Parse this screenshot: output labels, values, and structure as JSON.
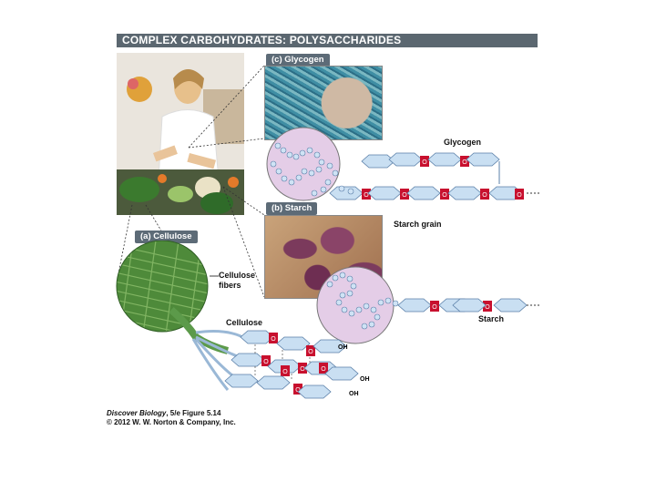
{
  "header": {
    "title": "COMPLEX CARBOHYDRATES: POLYSACCHARIDES"
  },
  "panels": {
    "glycogen": {
      "tag": "(c) Glycogen",
      "label": "Glycogen"
    },
    "starch": {
      "tag": "(b) Starch",
      "grain_label": "Starch grain",
      "label": "Starch"
    },
    "cellulose": {
      "tag": "(a) Cellulose",
      "fibers_label_line1": "Cellulose",
      "fibers_label_line2": "fibers",
      "label": "Cellulose"
    }
  },
  "chain": {
    "oxygen": "O",
    "oh": "OH"
  },
  "caption": {
    "book": "Discover Biology",
    "edition": ", 5/e  Figure 5.14",
    "copyright": "© 2012 W. W. Norton & Company, Inc."
  },
  "colors": {
    "header_bg": "#5b6770",
    "ring_fill": "#c9dff2",
    "ring_stroke": "#5a7fa8",
    "oxygen_box": "#c8102e",
    "fiber_green": "#4f8a3c"
  }
}
